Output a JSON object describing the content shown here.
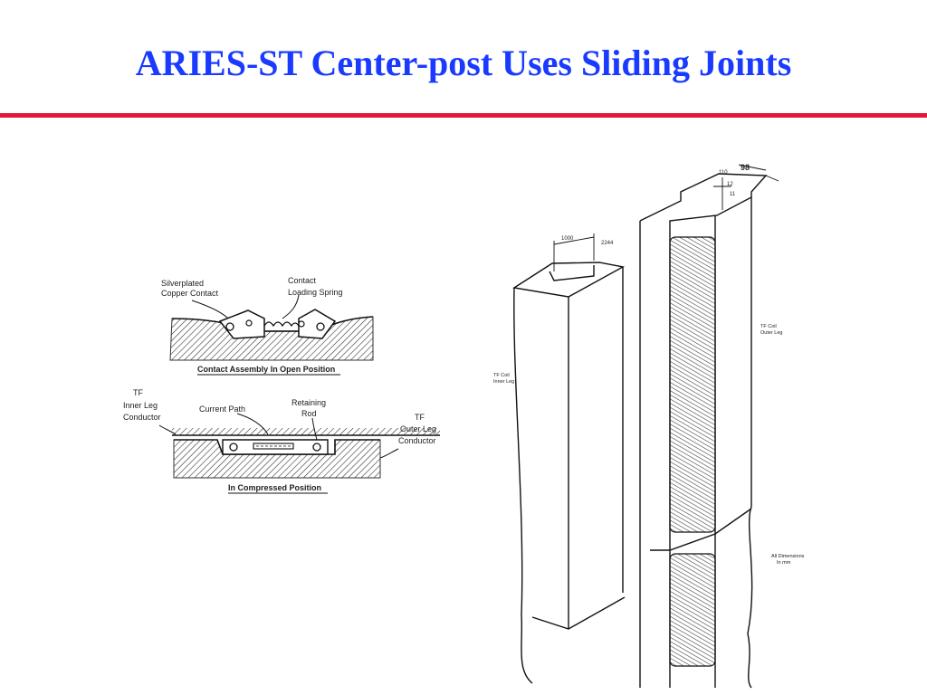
{
  "slide": {
    "title": "ARIES-ST Center-post Uses Sliding Joints",
    "accent_color": "#e0183a",
    "title_color": "#1a3bff"
  },
  "contact_diagram": {
    "label_silver_line1": "Silverplated",
    "label_silver_line2": "Copper Contact",
    "label_spring_line1": "Contact",
    "label_spring_line2": "Loading  Spring",
    "caption_open": "Contact Assembly In Open Position",
    "label_inner_line1": "TF",
    "label_inner_line2": "Inner Leg",
    "label_inner_line3": "Conductor",
    "label_current_path": "Current Path",
    "label_rod_line1": "Retaining",
    "label_rod_line2": "Rod",
    "label_outer_line1": "TF",
    "label_outer_line2": "Outer Leg",
    "label_outer_line3": "Conductor",
    "caption_compressed": "In Compressed Position"
  },
  "post_drawing": {
    "dim_1000": "1000",
    "dim_2244": "2244",
    "dim_top": "98",
    "dim_110": "110",
    "dim_12": "12",
    "dim_11": "11",
    "label_inner_leg_line1": "TF Coil",
    "label_inner_leg_line2": "Inner Leg",
    "label_outer_leg_line1": "TF Coil",
    "label_outer_leg_line2": "Outer Leg",
    "label_dims_line1": "All Dimensions",
    "label_dims_line2": "In mm"
  }
}
